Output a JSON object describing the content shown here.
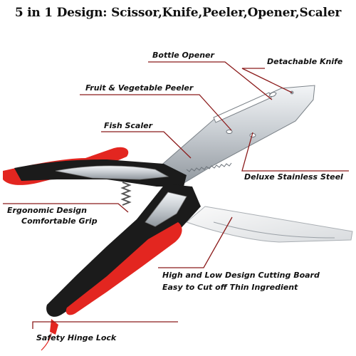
{
  "title": "5 in 1 Design: Scissor,Knife,Peeler,Opener,Scaler",
  "labels": {
    "bottle_opener": "Bottle Opener",
    "detachable_knife": "Detachable Knife",
    "peeler": "Fruit & Vegetable Peeler",
    "fish_scaler": "Fish Scaler",
    "stainless_steel": "Deluxe Stainless Steel",
    "ergonomic_line1": "Ergonomic Design",
    "ergonomic_line2": "Comfortable Grip",
    "cutting_board_line1": "High and Low Design Cutting Board",
    "cutting_board_line2": "Easy to Cut off Thin Ingredient",
    "safety_lock": "Safety Hinge Lock"
  },
  "colors": {
    "leader_line": "#8b1a1a",
    "handle_red": "#e32620",
    "handle_black": "#1b1b1b",
    "steel": "#c9ced3"
  }
}
